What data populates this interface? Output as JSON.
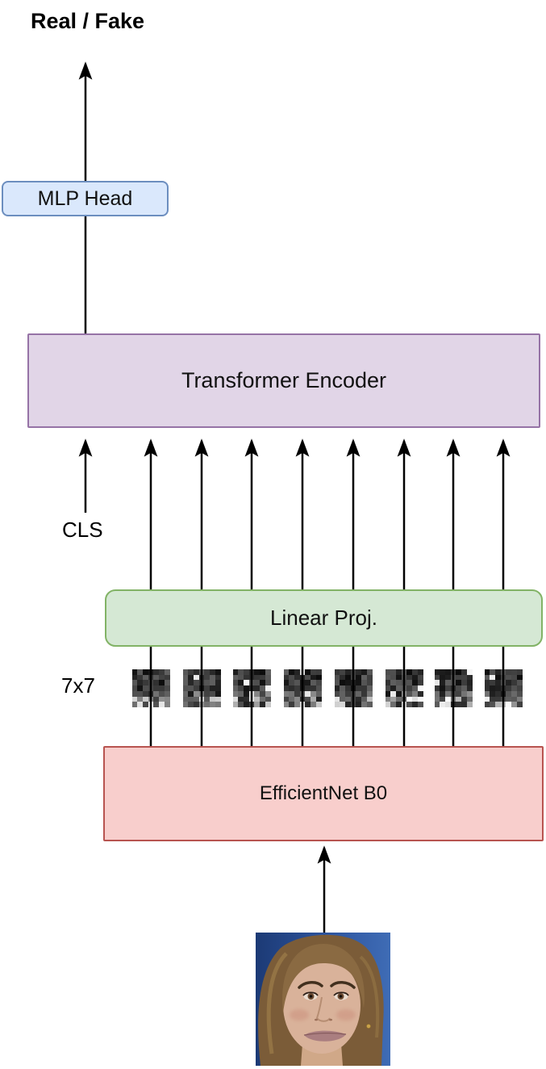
{
  "diagram": {
    "background": "#ffffff",
    "arrow_color": "#000000",
    "output_label": "Real / Fake",
    "cls_label": "CLS",
    "patch_grid_label": "7x7",
    "boxes": {
      "mlp_head": {
        "label": "MLP Head",
        "fill": "#dae8fc",
        "border": "#6c8ebf"
      },
      "transformer": {
        "label": "Transformer Encoder",
        "fill": "#e1d5e7",
        "border": "#9673a6"
      },
      "linear_proj": {
        "label": "Linear Proj.",
        "fill": "#d5e8d4",
        "border": "#82b366"
      },
      "efficientnet": {
        "label": "EfficientNet B0",
        "fill": "#f8cecc",
        "border": "#b85450"
      }
    },
    "patches": {
      "count": 8,
      "rows": 7,
      "cols": 7
    },
    "input_image": {
      "alt": "face photo"
    }
  }
}
